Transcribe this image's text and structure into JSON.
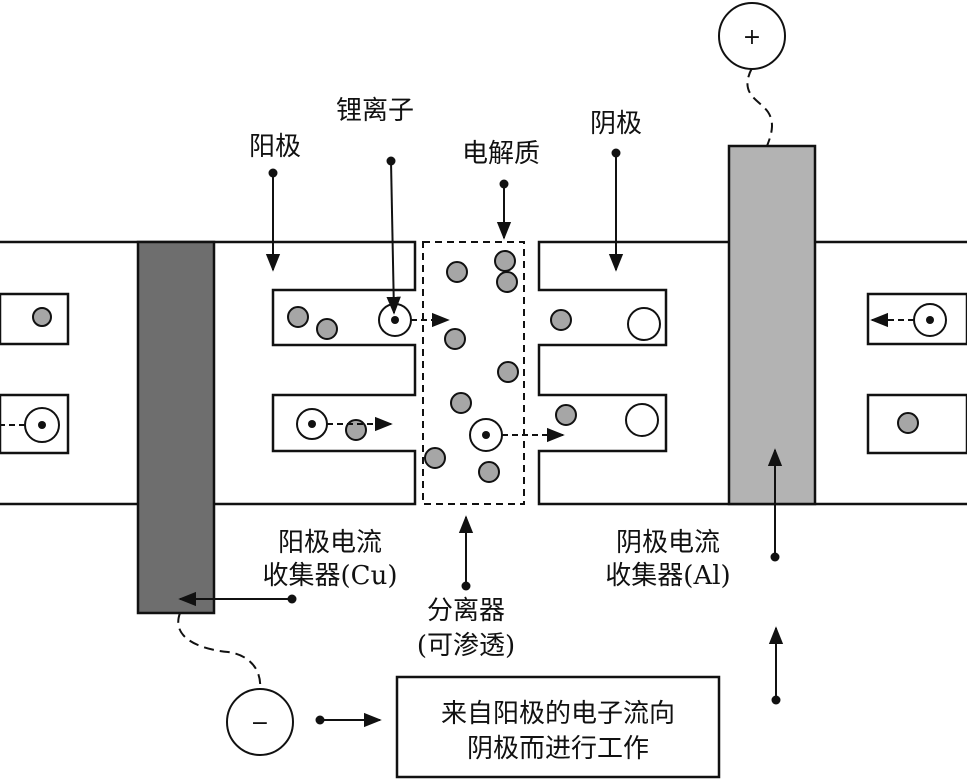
{
  "labels": {
    "anode": "阳极",
    "lithium_ion": "锂离子",
    "electrolyte": "电解质",
    "cathode": "阴极",
    "anode_collector_line1": "阳极电流",
    "anode_collector_line2": "收集器(Cu)",
    "cathode_collector_line1": "阴极电流",
    "cathode_collector_line2": "收集器(Al)",
    "separator_line1": "分离器",
    "separator_line2": "(可渗透)",
    "note_line1": "来自阳极的电子流向",
    "note_line2": "阴极而进行工作"
  },
  "terminals": {
    "positive": "+",
    "negative": "−"
  },
  "colors": {
    "ion_fill": "#a6a6a6",
    "cu_collector": "#6e6e6e",
    "al_collector": "#b3b3b3",
    "stroke": "#111111"
  }
}
